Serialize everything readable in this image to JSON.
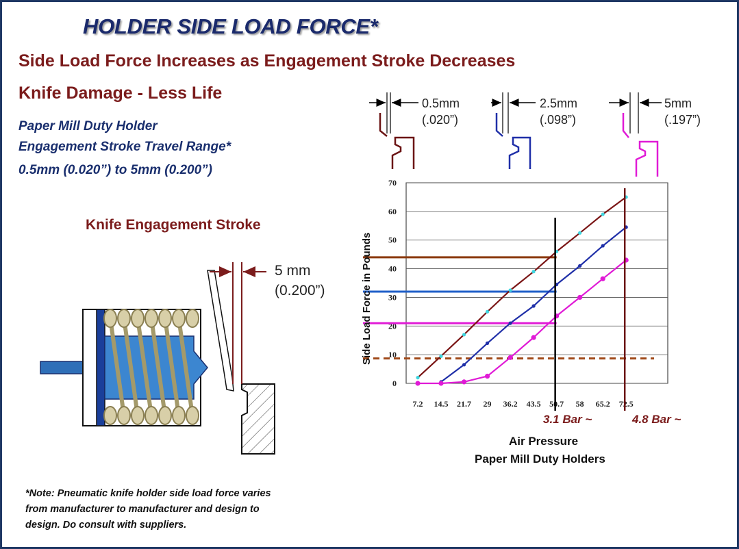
{
  "title": "HOLDER SIDE LOAD FORCE*",
  "subtitle": "Side Load Force Increases as Engagement Stroke Decreases",
  "damage": "Knife Damage - Less Life",
  "holder_lines": [
    "Paper Mill Duty Holder",
    "Engagement Stroke Travel Range*",
    "0.5mm (0.020”) to 5mm (0.200”)"
  ],
  "stroke_heading": "Knife Engagement Stroke",
  "stroke_dim": {
    "mm": "5 mm",
    "inch": "(0.200”)"
  },
  "gauges": [
    {
      "mm": "0.5mm",
      "inch": "(.020”)",
      "color": "#6b1414"
    },
    {
      "mm": "2.5mm",
      "inch": "(.098”)",
      "color": "#1f2fa8"
    },
    {
      "mm": "5mm",
      "inch": "(.197”)",
      "color": "#e01ad6"
    }
  ],
  "note_lines": [
    "*Note:  Pneumatic knife holder  side load force varies",
    "from manufacturer to manufacturer and design to",
    "design. Do consult with suppliers."
  ],
  "bar_labels": [
    "3.1 Bar ~",
    "4.8 Bar ~"
  ],
  "chart_data": {
    "type": "line",
    "ylabel": "Side Load Force in Pounds",
    "xlabel_lines": [
      "Air Pressure",
      "Paper Mill Duty Holders"
    ],
    "categories": [
      "7.2",
      "14.5",
      "21.7",
      "29",
      "36.2",
      "43.5",
      "50.7",
      "58",
      "65.2",
      "72.5"
    ],
    "ylim": [
      0,
      70
    ],
    "yticks": [
      0,
      10,
      20,
      30,
      40,
      50,
      60,
      70
    ],
    "grid": "horizontal",
    "series": [
      {
        "color": "#7a1515",
        "marker_color": "#3fd6e0",
        "points": [
          [
            7.2,
            2
          ],
          [
            14.5,
            9.5
          ],
          [
            21.7,
            17
          ],
          [
            29,
            25
          ],
          [
            36.2,
            32.5
          ],
          [
            43.5,
            39
          ],
          [
            50.7,
            46
          ],
          [
            58,
            52.5
          ],
          [
            65.2,
            59
          ],
          [
            72.5,
            65
          ]
        ]
      },
      {
        "color": "#1f2fa8",
        "marker_color": "#1f2fa8",
        "points": [
          [
            14.5,
            0.5
          ],
          [
            21.7,
            6.5
          ],
          [
            29,
            14
          ],
          [
            36.2,
            21
          ],
          [
            43.5,
            27
          ],
          [
            50.7,
            34.5
          ],
          [
            58,
            41
          ],
          [
            65.2,
            48
          ],
          [
            72.5,
            54.5
          ]
        ]
      },
      {
        "color": "#e01ad6",
        "marker_color": "#e01ad6",
        "points": [
          [
            7.2,
            0
          ],
          [
            14.5,
            0
          ],
          [
            21.7,
            0.5
          ],
          [
            29,
            2.5
          ],
          [
            36.2,
            9
          ],
          [
            43.5,
            16
          ],
          [
            50.7,
            23.5
          ],
          [
            58,
            30
          ],
          [
            65.2,
            36.5
          ],
          [
            72.5,
            43
          ]
        ]
      }
    ],
    "reference_lines": [
      {
        "y": 44,
        "to_x": 50.7,
        "color": "#8b3a0e",
        "dashed": false
      },
      {
        "y": 32,
        "to_x": 50.7,
        "color": "#1f5fc8",
        "dashed": false
      },
      {
        "y": 21,
        "to_x": 50.7,
        "color": "#e01ad6",
        "dashed": false
      },
      {
        "y": 8.7,
        "to_x": 80,
        "color": "#a04a1a",
        "dashed": true
      }
    ],
    "vertical_lines": [
      {
        "x": 50.7,
        "color": "#000000"
      },
      {
        "x": 72.5,
        "color": "#6b1414"
      }
    ]
  }
}
